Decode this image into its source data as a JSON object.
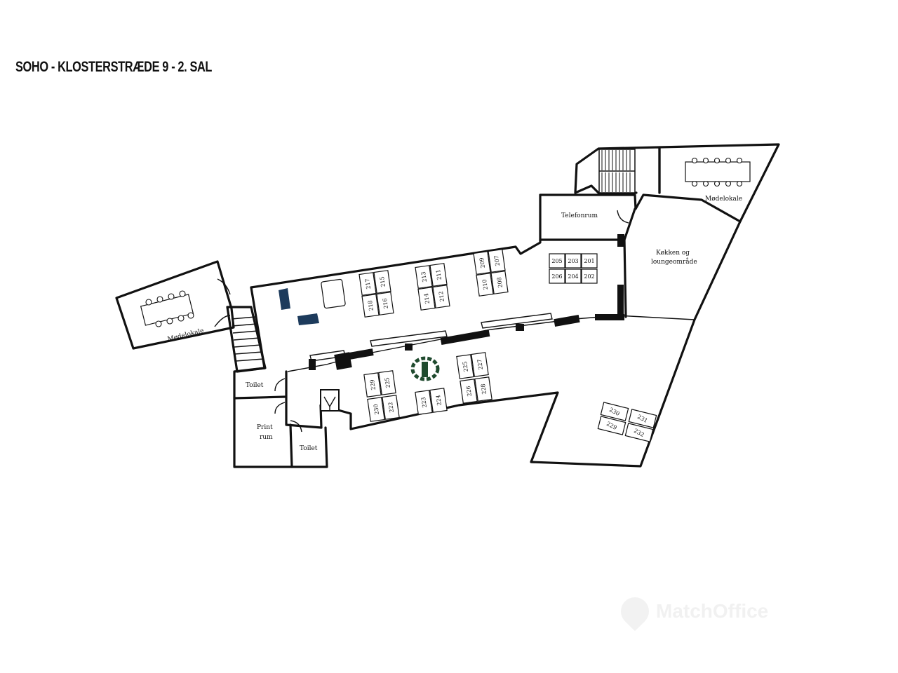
{
  "header": {
    "title": "SOHO - KLOSTERSTRÆDE 9 - 2. SAL"
  },
  "rooms": {
    "meeting_left": "Mødelokale",
    "meeting_right": "Mødelokale",
    "phone_room": "Telefonrum",
    "kitchen_line1": "Køkken og",
    "kitchen_line2": "loungeområde",
    "toilet_upper": "Toilet",
    "toilet_lower": "Toilet",
    "print_line1": "Print",
    "print_line2": "rum"
  },
  "desks": {
    "right_cluster": [
      "205",
      "203",
      "201",
      "206",
      "204",
      "202"
    ],
    "top_row": [
      "217",
      "215",
      "218",
      "216",
      "213",
      "211",
      "214",
      "212",
      "209",
      "207",
      "210",
      "208"
    ],
    "bottom_row": [
      "229",
      "225",
      "230",
      "222",
      "223",
      "224",
      "225",
      "227",
      "226",
      "228"
    ],
    "corner": [
      "230",
      "231",
      "229",
      "232"
    ]
  },
  "watermark": {
    "text": "MatchOffice"
  }
}
